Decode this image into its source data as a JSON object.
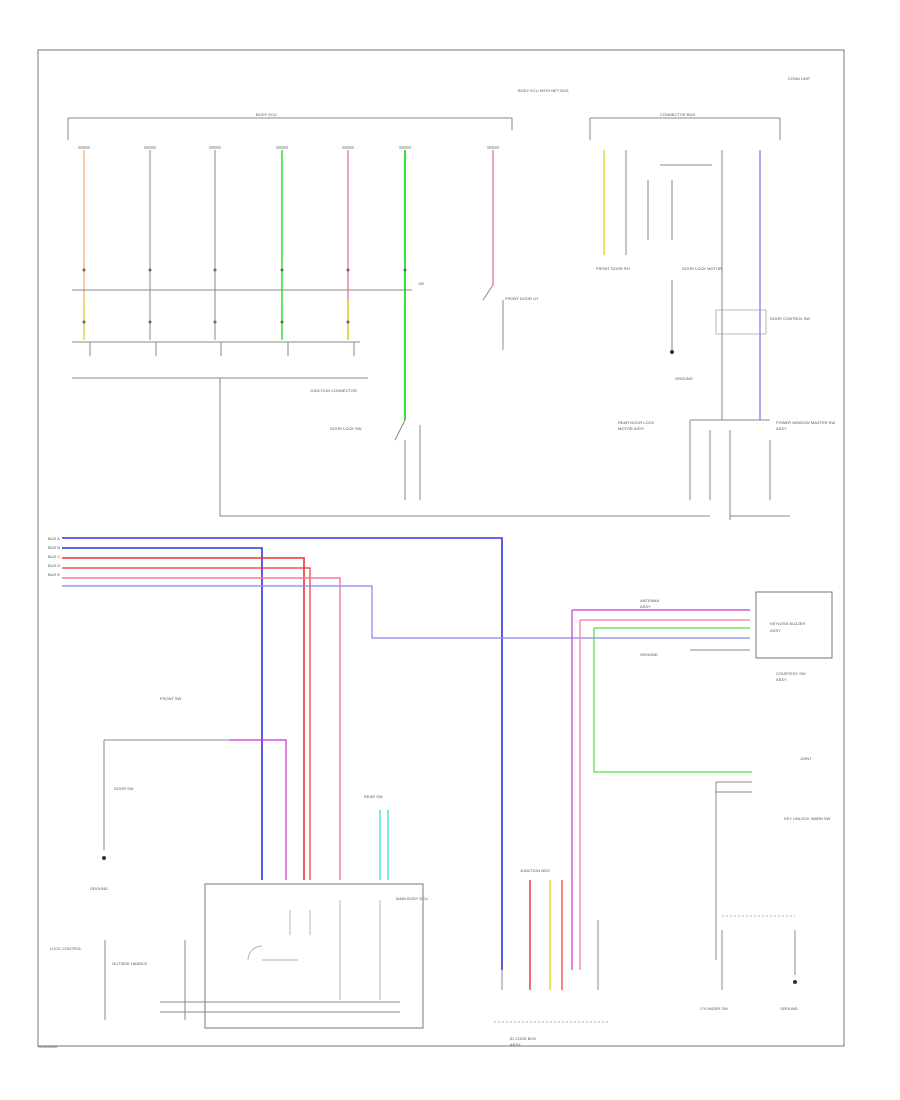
{
  "page": {
    "id": "W0000000"
  },
  "colors": {
    "orange": "#f4b183",
    "green": "#22dd22",
    "pink": "#f07a9a",
    "red": "#ee3333",
    "blue": "#3333dd",
    "violet": "#cc33cc",
    "lavender": "#8888ee",
    "cyan": "#22dddd",
    "yellow": "#dddd22",
    "grey": "#888888"
  },
  "labels": {
    "body_ecu": "BODY ECU",
    "body_ecu_side": "BODY ECU WITH NET BUS",
    "conn_bus": "CONNECTOR BUS",
    "conn_bus_side": "CONN UNIT",
    "jb_note": "J/B",
    "junction_conn": "JUNCTION CONNECTOR",
    "door_lock_sw": "DOOR LOCK SW",
    "door_lock_sub": "JUNCTION BOX",
    "front_door_lh": "FRONT DOOR LH",
    "front_door_rh": "FRONT DOOR RH",
    "lock_motor": "DOOR LOCK MOTOR",
    "door_ctrl": "DOOR CONTROL SW",
    "power_window": "POWER WINDOW MASTER SW",
    "pw_assy": "ASSY",
    "rear_door": "REAR DOOR LOCK",
    "rear_door_sub": "MOTOR ASSY",
    "keyless": "KEYLESS BUZZER",
    "keyless_sub": "ASSY",
    "gnd_a": "GROUND",
    "gnd_b": "GROUND",
    "gnd_c": "GROUND",
    "gnd_d": "GROUND",
    "main_ecu": "MAIN BODY ECU",
    "front_sw": "FRONT SW",
    "door_sw": "DOOR SW",
    "rear_sw": "REAR SW",
    "lock_control": "LOCK CONTROL",
    "outside_handle": "OUTSIDE HANDLE",
    "ecu_bottom": "ID CODE BOX",
    "ecu_bottom_sub": "ASSY",
    "cyl_sw": "CYLINDER SW",
    "key_unlock": "KEY UNLOCK WARN SW",
    "antenna": "ANTENNA",
    "antenna_sub": "ASSY",
    "courtesy": "COURTESY SW",
    "courtesy_sub": "ASSY",
    "joint": "JOINT",
    "bus_a": "BUS A",
    "bus_b": "BUS B",
    "bus_c": "BUS C",
    "bus_d": "BUS D",
    "bus_e": "BUS E"
  }
}
